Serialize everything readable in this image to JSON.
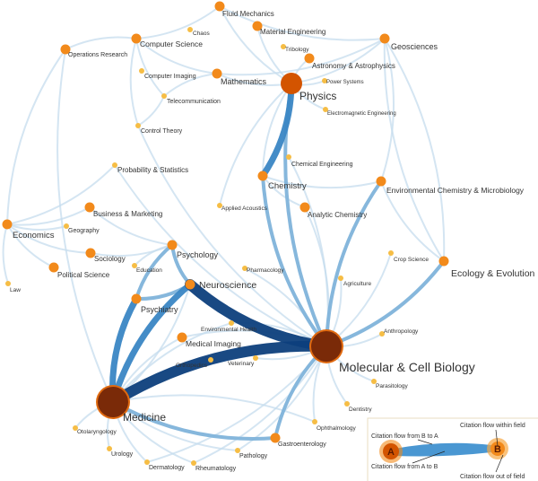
{
  "title": "Citation flow network between scientific fields",
  "colors": {
    "edge_light": "#c6dced",
    "edge_mid": "#7fb3da",
    "edge_strong": "#3a86c4",
    "edge_dark": "#0d3f7c",
    "node_major": "#7a2a08",
    "node_ring": "#e06a10",
    "node_medium": "#f28a1b",
    "node_small": "#f6bd45"
  },
  "nodes": [
    {
      "id": "fluid",
      "label": "Fluid Mechanics"
    },
    {
      "id": "material",
      "label": "Material Engineering"
    },
    {
      "id": "tribology",
      "label": "Tribology"
    },
    {
      "id": "astro",
      "label": "Astronomy & Astrophysics"
    },
    {
      "id": "geo",
      "label": "Geosciences"
    },
    {
      "id": "physics",
      "label": "Physics"
    },
    {
      "id": "power",
      "label": "Power Systems"
    },
    {
      "id": "em",
      "label": "Electromagnetic Engineering"
    },
    {
      "id": "math",
      "label": "Mathematics"
    },
    {
      "id": "cs",
      "label": "Computer Science"
    },
    {
      "id": "chaos",
      "label": "Chaos"
    },
    {
      "id": "opres",
      "label": "Operations Research"
    },
    {
      "id": "cimg",
      "label": "Computer Imaging"
    },
    {
      "id": "telecom",
      "label": "Telecommunication"
    },
    {
      "id": "control",
      "label": "Control Theory"
    },
    {
      "id": "prob",
      "label": "Probability & Statistics"
    },
    {
      "id": "business",
      "label": "Business & Marketing"
    },
    {
      "id": "econ",
      "label": "Economics"
    },
    {
      "id": "geog",
      "label": "Geography"
    },
    {
      "id": "socio",
      "label": "Sociology"
    },
    {
      "id": "polsci",
      "label": "Political Science"
    },
    {
      "id": "law",
      "label": "Law"
    },
    {
      "id": "psych",
      "label": "Psychology"
    },
    {
      "id": "edu",
      "label": "Education"
    },
    {
      "id": "psychiatry",
      "label": "Psychiatry"
    },
    {
      "id": "neuro",
      "label": "Neuroscience"
    },
    {
      "id": "pharma",
      "label": "Pharmacology"
    },
    {
      "id": "acoustics",
      "label": "Applied Acoustics"
    },
    {
      "id": "chemeng",
      "label": "Chemical Engineering"
    },
    {
      "id": "chem",
      "label": "Chemistry"
    },
    {
      "id": "anchem",
      "label": "Analytic Chemistry"
    },
    {
      "id": "envchem",
      "label": "Environmental Chemistry & Microbiology"
    },
    {
      "id": "crop",
      "label": "Crop Science"
    },
    {
      "id": "agri",
      "label": "Agriculture"
    },
    {
      "id": "ecology",
      "label": "Ecology & Evolution"
    },
    {
      "id": "mcb",
      "label": "Molecular & Cell Biology"
    },
    {
      "id": "envhealth",
      "label": "Environmental Health"
    },
    {
      "id": "medimg",
      "label": "Medical Imaging"
    },
    {
      "id": "ortho",
      "label": "Orthopedics"
    },
    {
      "id": "vet",
      "label": "Veterinary"
    },
    {
      "id": "anthro",
      "label": "Anthropology"
    },
    {
      "id": "parasit",
      "label": "Parasitology"
    },
    {
      "id": "dent",
      "label": "Dentistry"
    },
    {
      "id": "ophth",
      "label": "Ophthalmology"
    },
    {
      "id": "gastro",
      "label": "Gastroenterology"
    },
    {
      "id": "patho",
      "label": "Pathology"
    },
    {
      "id": "rheum",
      "label": "Rheumatology"
    },
    {
      "id": "derm",
      "label": "Dermatology"
    },
    {
      "id": "urology",
      "label": "Urology"
    },
    {
      "id": "otol",
      "label": "Otolaryngology"
    },
    {
      "id": "medicine",
      "label": "Medicine"
    }
  ],
  "edges": [
    [
      "mcb",
      "medicine",
      4
    ],
    [
      "neuro",
      "mcb",
      4
    ],
    [
      "chem",
      "physics",
      3
    ],
    [
      "neuro",
      "medicine",
      3
    ],
    [
      "psychiatry",
      "medicine",
      3
    ],
    [
      "psychiatry",
      "neuro",
      2
    ],
    [
      "psych",
      "neuro",
      2
    ],
    [
      "psych",
      "psychiatry",
      2
    ],
    [
      "mcb",
      "ecology",
      2
    ],
    [
      "envchem",
      "mcb",
      2
    ],
    [
      "chem",
      "mcb",
      2
    ],
    [
      "physics",
      "mcb",
      2
    ],
    [
      "medicine",
      "gastro",
      2
    ],
    [
      "mcb",
      "gastro",
      2
    ],
    [
      "geo",
      "ecology",
      1
    ],
    [
      "ecology",
      "geo",
      1
    ],
    [
      "envchem",
      "geo",
      1
    ],
    [
      "envchem",
      "ecology",
      1
    ],
    [
      "physics",
      "geo",
      1
    ],
    [
      "physics",
      "chem",
      1
    ],
    [
      "math",
      "physics",
      1
    ],
    [
      "fluid",
      "physics",
      1
    ],
    [
      "material",
      "physics",
      1
    ],
    [
      "astro",
      "physics",
      1
    ],
    [
      "cs",
      "math",
      1
    ],
    [
      "cs",
      "telecom",
      1
    ],
    [
      "cs",
      "opres",
      1
    ],
    [
      "cs",
      "control",
      1
    ],
    [
      "cs",
      "fluid",
      1
    ],
    [
      "econ",
      "business",
      1
    ],
    [
      "econ",
      "polsci",
      1
    ],
    [
      "econ",
      "socio",
      1
    ],
    [
      "econ",
      "prob",
      1
    ],
    [
      "econ",
      "law",
      1
    ],
    [
      "econ",
      "geog",
      1
    ],
    [
      "business",
      "psych",
      1
    ],
    [
      "socio",
      "psych",
      1
    ],
    [
      "prob",
      "mcb",
      1
    ],
    [
      "medimg",
      "medicine",
      1
    ],
    [
      "envhealth",
      "medicine",
      1
    ],
    [
      "ortho",
      "medicine",
      1
    ],
    [
      "vet",
      "mcb",
      1
    ],
    [
      "medicine",
      "urology",
      1
    ],
    [
      "medicine",
      "derm",
      1
    ],
    [
      "medicine",
      "rheum",
      1
    ],
    [
      "medicine",
      "patho",
      1
    ],
    [
      "medicine",
      "otol",
      1
    ],
    [
      "mcb",
      "dent",
      1
    ],
    [
      "mcb",
      "ophth",
      1
    ],
    [
      "mcb",
      "parasit",
      1
    ],
    [
      "mcb",
      "anthro",
      1
    ],
    [
      "mcb",
      "agri",
      1
    ],
    [
      "mcb",
      "crop",
      1
    ],
    [
      "mcb",
      "pharma",
      1
    ],
    [
      "mcb",
      "anchem",
      1
    ],
    [
      "mcb",
      "chemeng",
      1
    ],
    [
      "chem",
      "anchem",
      1
    ],
    [
      "chem",
      "envchem",
      1
    ],
    [
      "physics",
      "em",
      1
    ],
    [
      "physics",
      "power",
      1
    ],
    [
      "opres",
      "econ",
      1
    ],
    [
      "control",
      "telecom",
      1
    ],
    [
      "math",
      "telecom",
      1
    ],
    [
      "fluid",
      "geo",
      1
    ],
    [
      "medicine",
      "neuro",
      1
    ],
    [
      "psych",
      "edu",
      1
    ],
    [
      "mcb",
      "envhealth",
      1
    ],
    [
      "mcb",
      "medimg",
      1
    ],
    [
      "patho",
      "mcb",
      1
    ],
    [
      "derm",
      "mcb",
      1
    ],
    [
      "rheum",
      "mcb",
      1
    ],
    [
      "ophth",
      "medicine",
      1
    ],
    [
      "math",
      "geo",
      1
    ],
    [
      "physics",
      "acoustics",
      1
    ],
    [
      "opres",
      "medicine",
      1
    ],
    [
      "control",
      "mcb",
      1
    ]
  ],
  "legend": {
    "node_a": "A",
    "node_b": "B",
    "b_to_a": "Citation flow from B to A",
    "a_to_b": "Citation flow from A to B",
    "within": "Citation flow within field",
    "out_of": "Citation flow out of field"
  }
}
